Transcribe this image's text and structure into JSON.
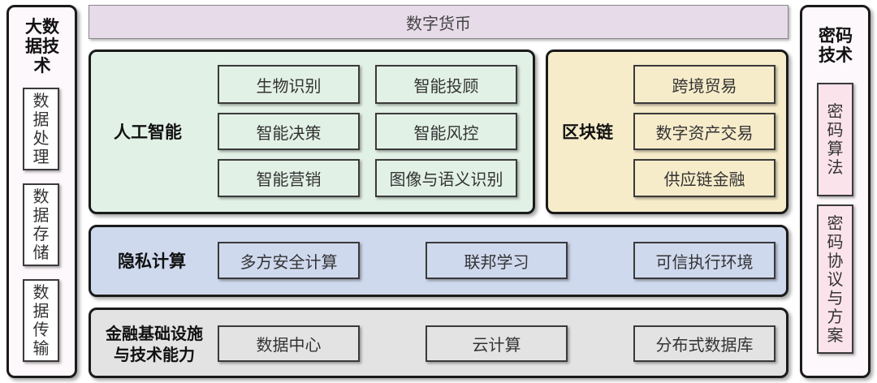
{
  "digital_currency": "数字货币",
  "big_data": {
    "title": "大数据技术",
    "items": [
      "数据处理",
      "数据存储",
      "数据传输"
    ]
  },
  "crypto": {
    "title": "密码技术",
    "items": [
      "密码算法",
      "密码协议与方案"
    ]
  },
  "ai": {
    "title": "人工智能",
    "items": [
      "生物识别",
      "智能投顾",
      "智能决策",
      "智能风控",
      "智能营销",
      "图像与语义识别"
    ]
  },
  "blockchain": {
    "title": "区块链",
    "items": [
      "跨境贸易",
      "数字资产交易",
      "供应链金融"
    ]
  },
  "privacy": {
    "title": "隐私计算",
    "items": [
      "多方安全计算",
      "联邦学习",
      "可信执行环境"
    ]
  },
  "infrastructure": {
    "title_line1": "金融基础设施",
    "title_line2": "与技术能力",
    "items": [
      "数据中心",
      "云计算",
      "分布式数据库"
    ]
  },
  "colors": {
    "ai": "#e2f1e6",
    "blockchain": "#f7ecca",
    "privacy": "#cfd9ee",
    "infrastructure": "#e3e3e3",
    "digital_currency": "#e7dbea",
    "crypto_title": "#fbe3ec"
  }
}
